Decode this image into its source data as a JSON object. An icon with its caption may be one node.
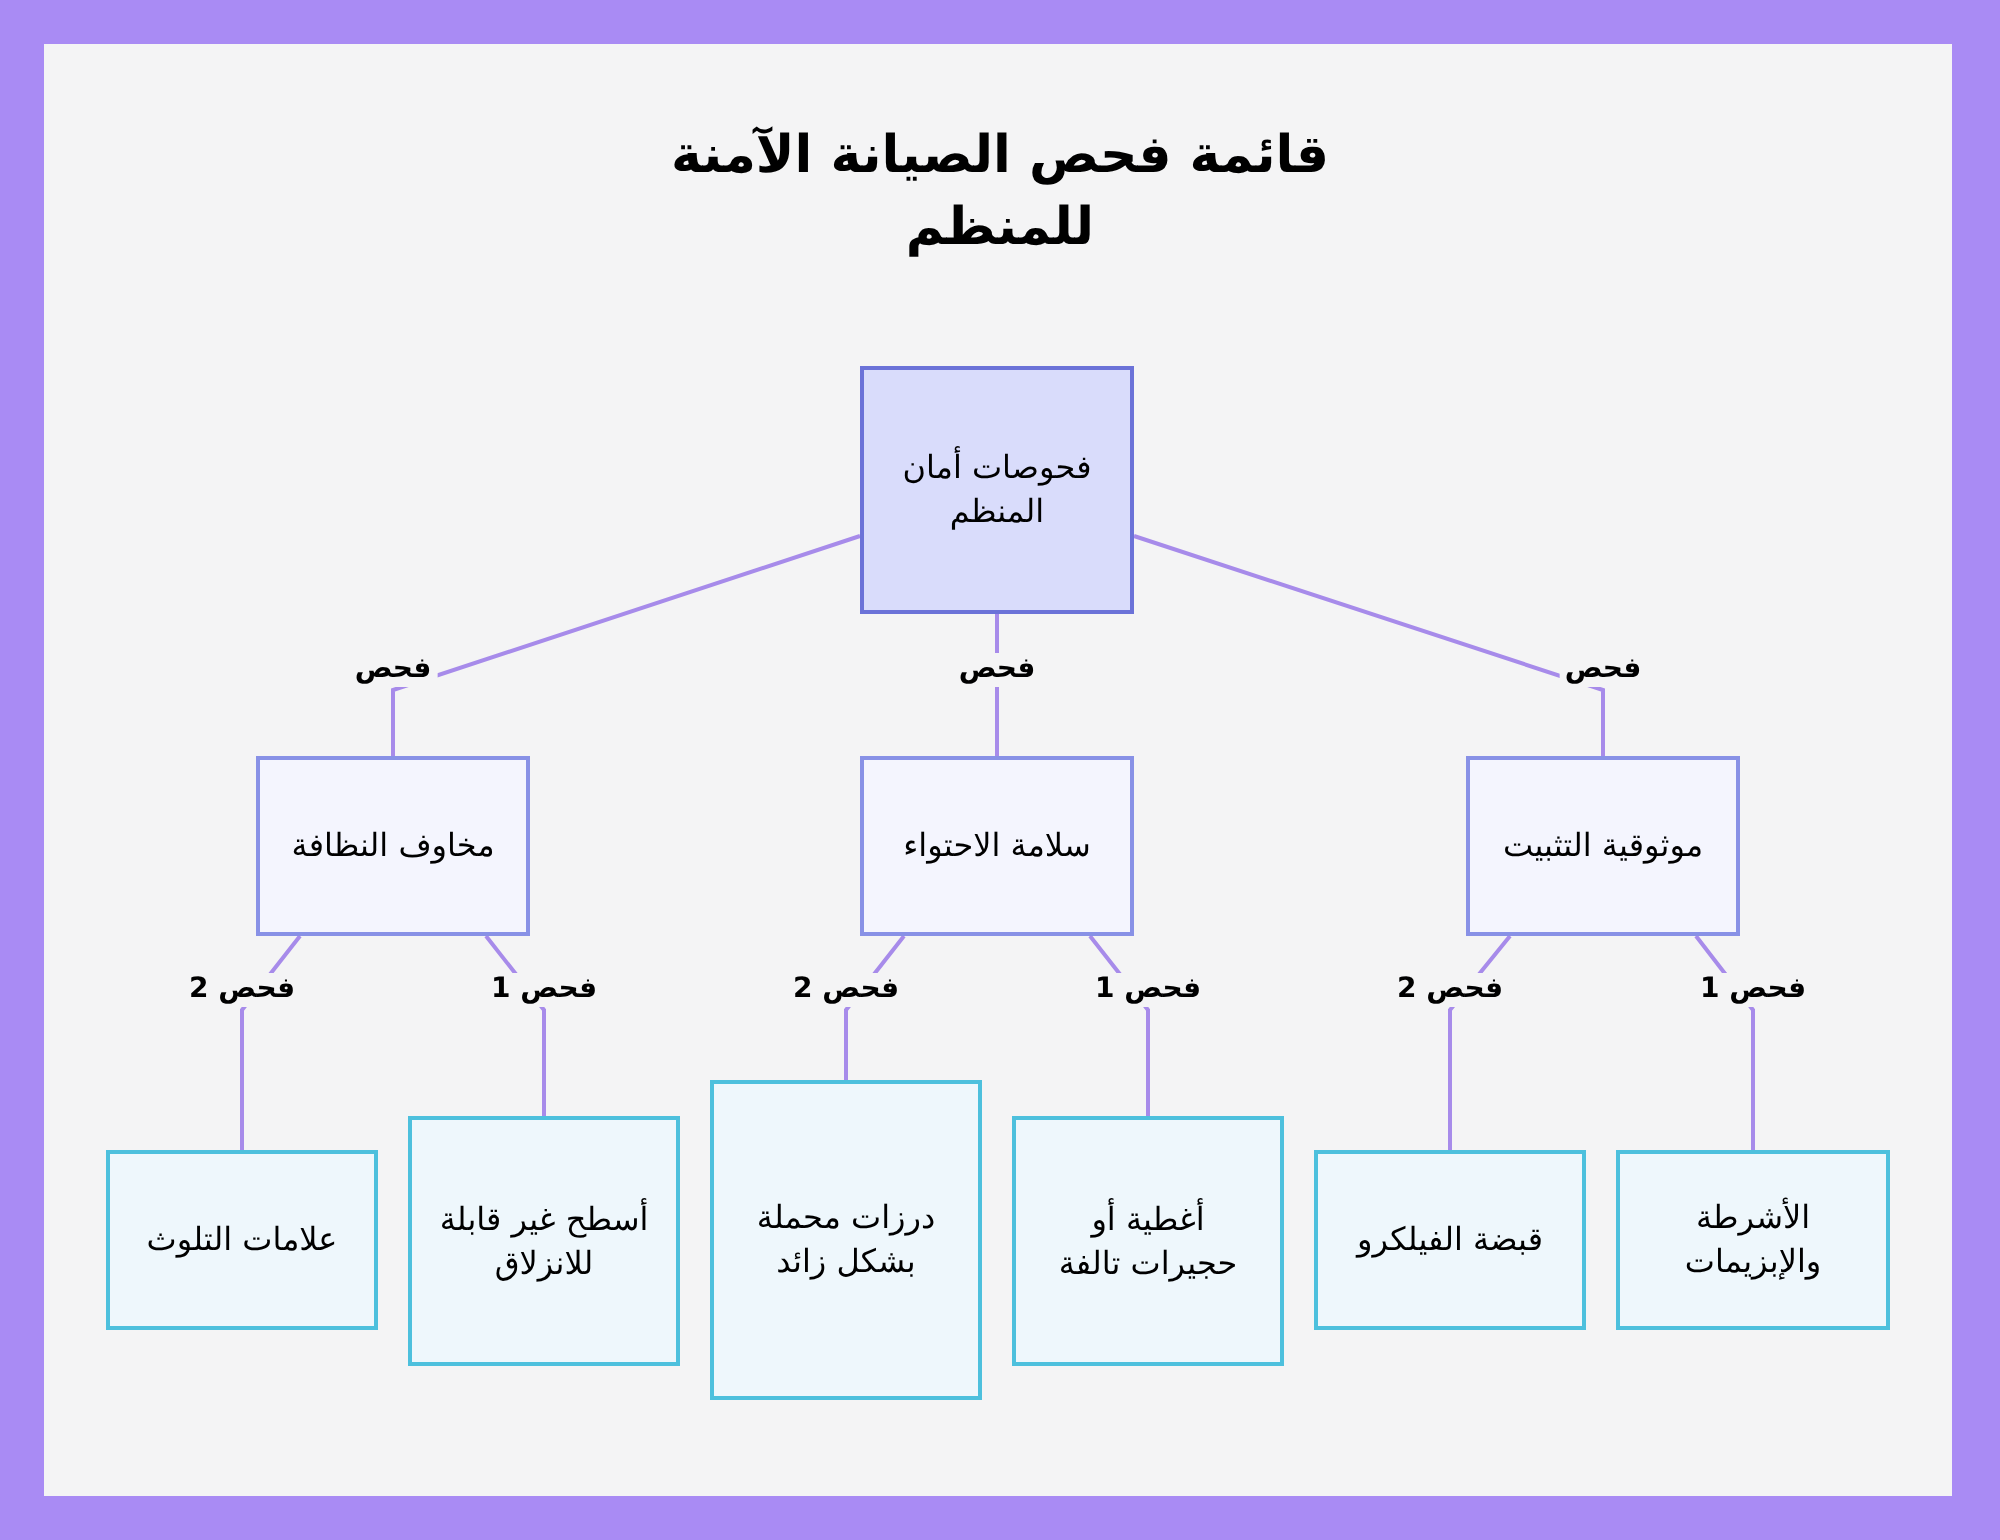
{
  "diagram": {
    "title": "قائمة فحص الصيانة الآمنة للمنظم",
    "nodes": [
      {
        "text": [
          "فحوصات أمان المنظم"
        ]
      },
      {
        "text": [
          "مخاوف النظافة"
        ]
      },
      {
        "text": [
          "سلامة الاحتواء"
        ]
      },
      {
        "text": [
          "موثوقية التثبيت"
        ]
      },
      {
        "text": [
          "علامات التلوث"
        ]
      },
      {
        "text": [
          "أسطح غير قابلة للانزلاق"
        ]
      },
      {
        "text": [
          "درزات محملة بشكل زائد"
        ]
      },
      {
        "text": [
          "أغطية أو حجيرات تالفة"
        ]
      },
      {
        "text": [
          "قبضة الفيلكرو"
        ]
      },
      {
        "text": [
          "الأشرطة والإبزيمات"
        ]
      }
    ],
    "edges": [
      {
        "from": 0,
        "to": 1,
        "arrow": "none",
        "label": "فحص"
      },
      {
        "from": 0,
        "to": 2,
        "arrow": "none",
        "label": "فحص"
      },
      {
        "from": 0,
        "to": 3,
        "arrow": "none",
        "label": "فحص"
      },
      {
        "from": 1,
        "to": 4,
        "arrow": "none",
        "label": "فحص 2"
      },
      {
        "from": 1,
        "to": 5,
        "arrow": "none",
        "label": "فحص 1"
      },
      {
        "from": 2,
        "to": 6,
        "arrow": "none",
        "label": "فحص 2"
      },
      {
        "from": 2,
        "to": 7,
        "arrow": "none",
        "label": "فحص 1"
      },
      {
        "from": 3,
        "to": 8,
        "arrow": "none",
        "label": "فحص 2"
      },
      {
        "from": 3,
        "to": 9,
        "arrow": "none",
        "label": "فحص 1"
      }
    ]
  }
}
